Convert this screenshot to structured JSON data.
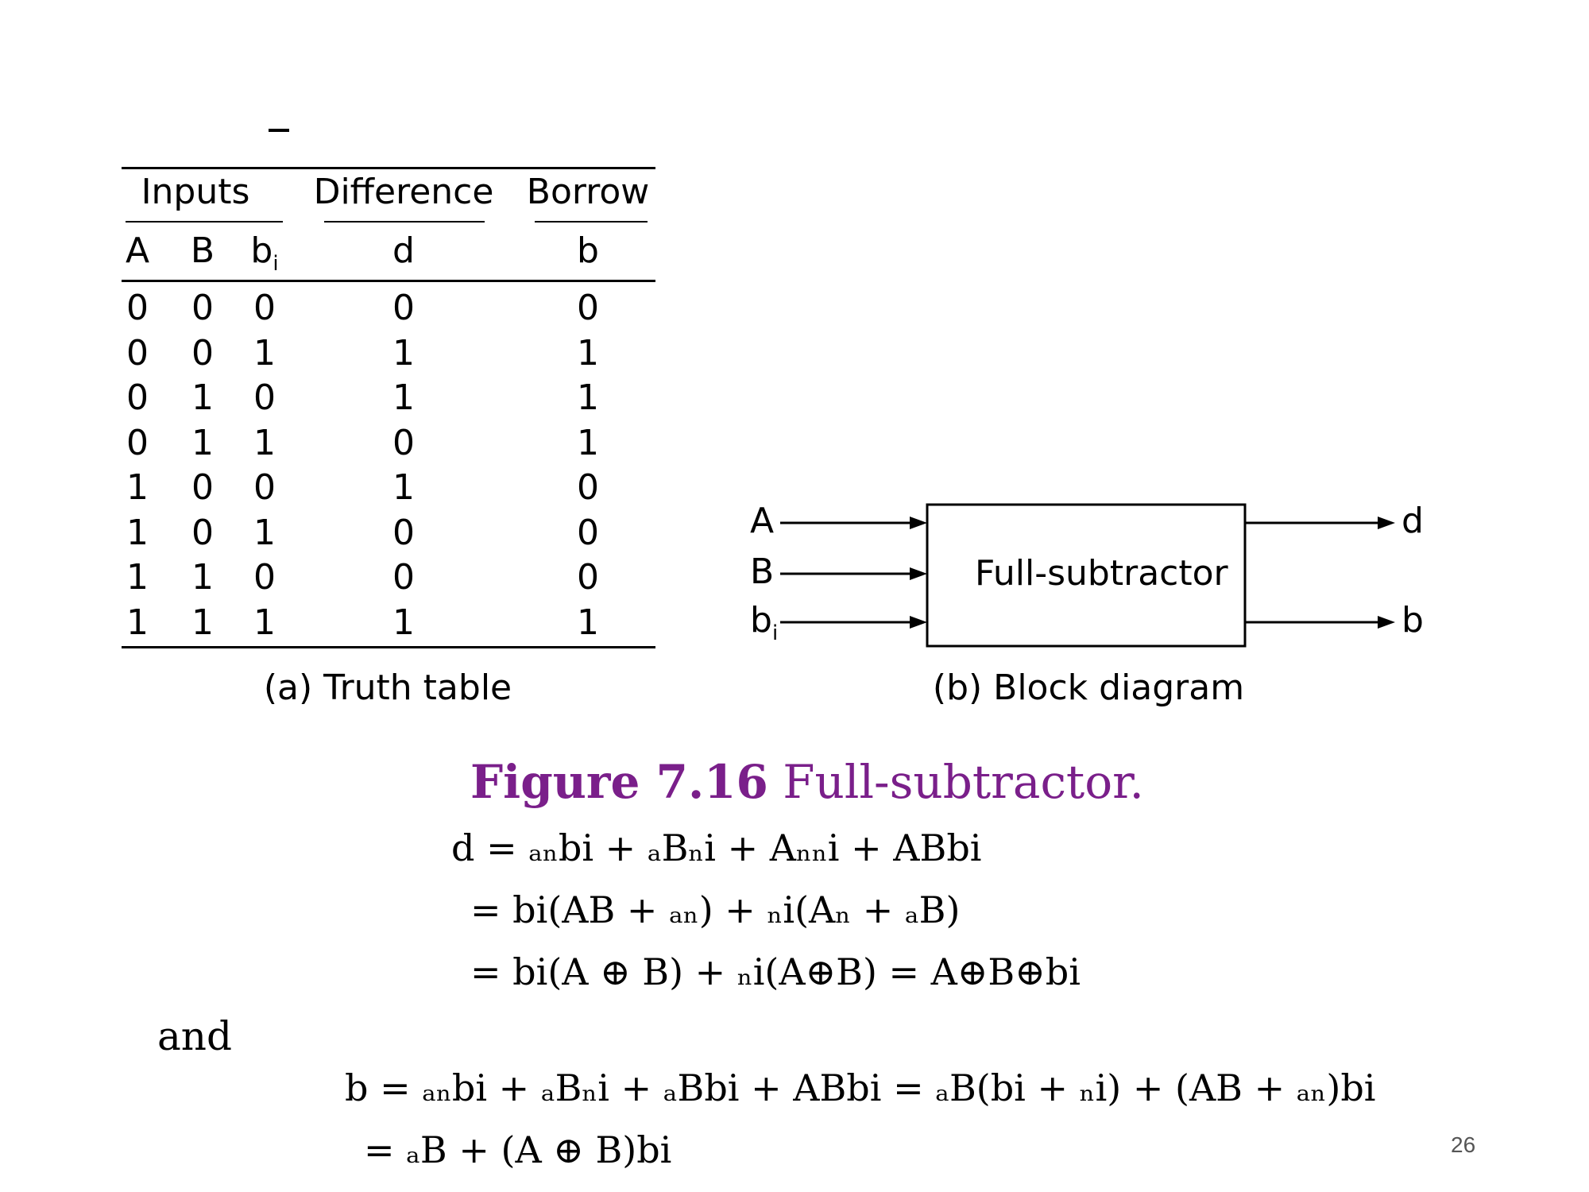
{
  "truth_table": {
    "group_headers": {
      "inputs": "Inputs",
      "difference": "Difference",
      "borrow": "Borrow"
    },
    "column_headers": {
      "a": "A",
      "b": "B",
      "bi_base": "b",
      "bi_sub": "i",
      "d": "d",
      "borrow": "b"
    },
    "rows": [
      [
        "0",
        "0",
        "0",
        "0",
        "0"
      ],
      [
        "0",
        "0",
        "1",
        "1",
        "1"
      ],
      [
        "0",
        "1",
        "0",
        "1",
        "1"
      ],
      [
        "0",
        "1",
        "1",
        "0",
        "1"
      ],
      [
        "1",
        "0",
        "0",
        "1",
        "0"
      ],
      [
        "1",
        "0",
        "1",
        "0",
        "0"
      ],
      [
        "1",
        "1",
        "0",
        "0",
        "0"
      ],
      [
        "1",
        "1",
        "1",
        "1",
        "1"
      ]
    ],
    "caption": "(a) Truth table"
  },
  "block_diagram": {
    "inputs": {
      "a": "A",
      "b": "B",
      "bi_base": "b",
      "bi_sub": "i"
    },
    "box_label": "Full-subtractor",
    "outputs": {
      "d": "d",
      "b": "b"
    },
    "caption": "(b) Block diagram"
  },
  "figure_title": {
    "number": "Figure 7.16",
    "text": " Full-subtractor."
  },
  "equations": {
    "d_line1": "d = ₐₙbi + ₐBₙi + Aₙₙi + ABbi",
    "d_line2": "= bi(AB + ₐₙ) + ₙi(Aₙ + ₐB)",
    "d_line3": "= bi(A ⊕ B) + ₙi(A⊕B) = A⊕B⊕bi",
    "and_word": "and",
    "b_line1": "b = ₐₙbi + ₐBₙi + ₐBbi + ABbi = ₐB(bi + ₙi) + (AB + ₐₙ)bi",
    "b_line2": "= ₐB + (A ⊕ B)bi"
  },
  "page_number": "26"
}
